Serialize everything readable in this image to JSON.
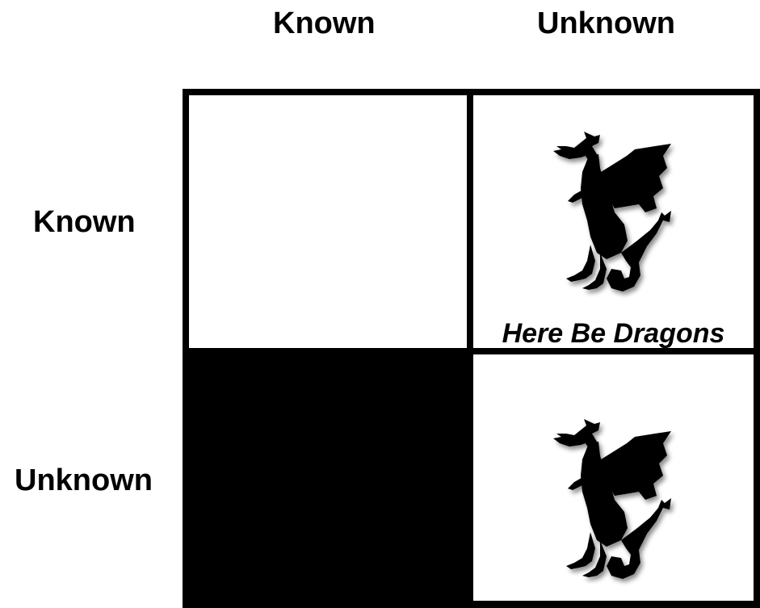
{
  "columns": {
    "known": "Known",
    "unknown": "Unknown"
  },
  "rows": {
    "known": "Known",
    "unknown": "Unknown"
  },
  "cells": {
    "known_unknown": {
      "caption": "Here Be Dragons",
      "icon": "dragon-icon"
    },
    "unknown_unknown": {
      "icon": "dragon-icon"
    },
    "unknown_known": {
      "fill": "#000000"
    },
    "known_known": {
      "fill": "#ffffff"
    }
  }
}
